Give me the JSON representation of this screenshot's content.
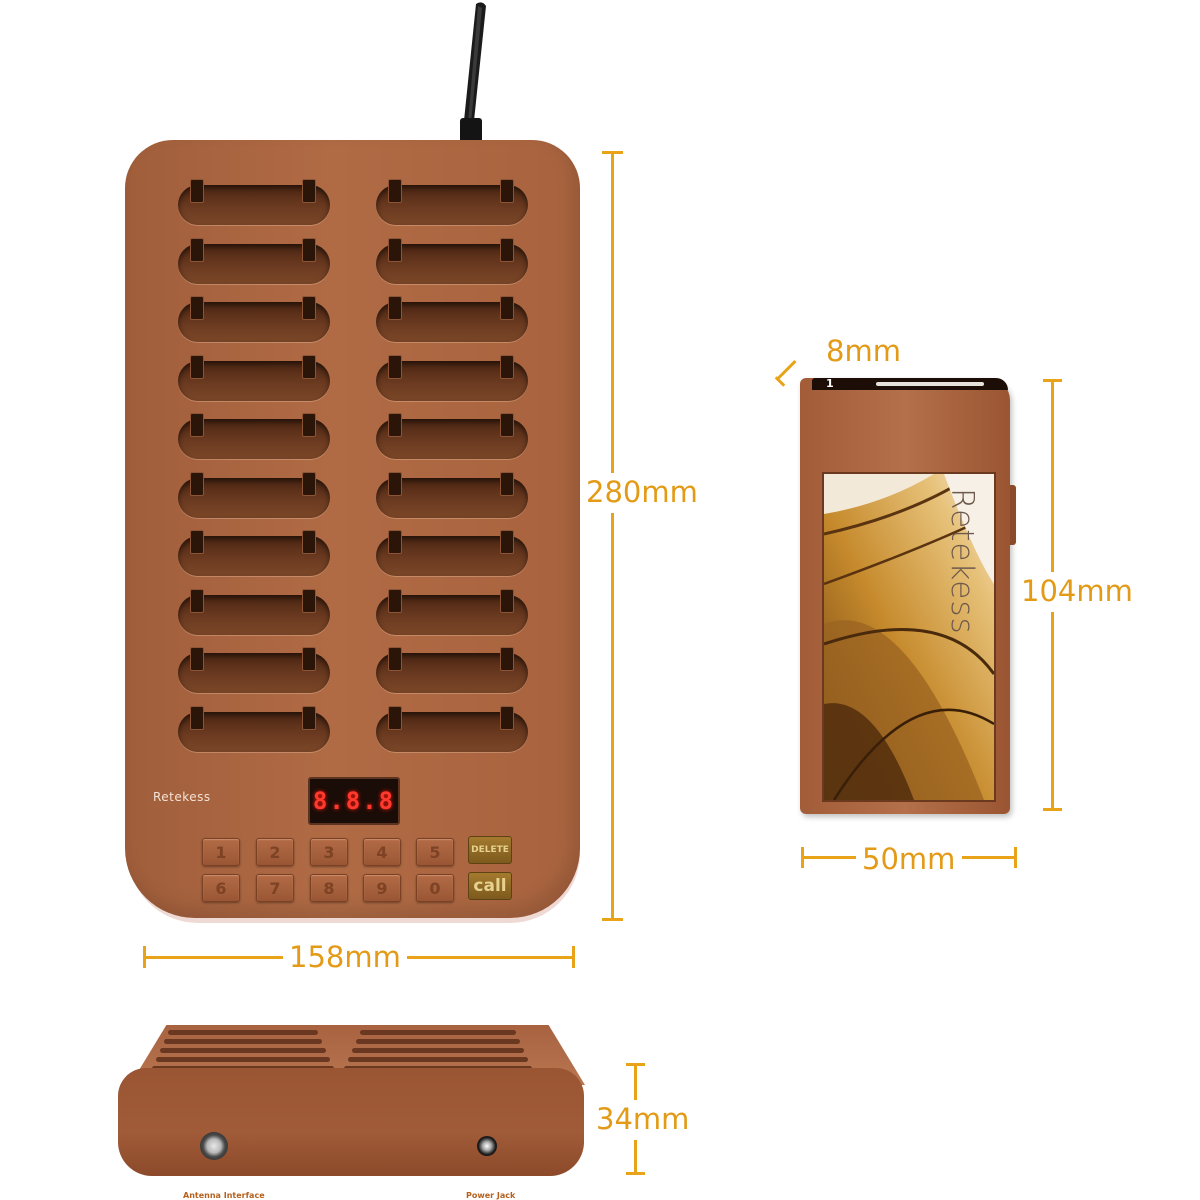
{
  "product": {
    "brand": "Retekess",
    "display_readout": "8.8.8"
  },
  "keypad": {
    "row1": [
      "1",
      "2",
      "3",
      "4",
      "5"
    ],
    "row2": [
      "6",
      "7",
      "8",
      "9",
      "0"
    ],
    "delete_label": "DELETE",
    "call_label": "call"
  },
  "dimensions": {
    "base_height": "280mm",
    "base_width": "158mm",
    "base_depth": "34mm",
    "pager_thickness": "8mm",
    "pager_height": "104mm",
    "pager_width": "50mm"
  },
  "pager": {
    "number": "1",
    "brand": "Retekess"
  },
  "ports": {
    "antenna_label": "Antenna Interface",
    "power_label": "Power Jack"
  },
  "colors": {
    "dimension_orange": "#e9a319",
    "device_brown": "#a8633e"
  }
}
